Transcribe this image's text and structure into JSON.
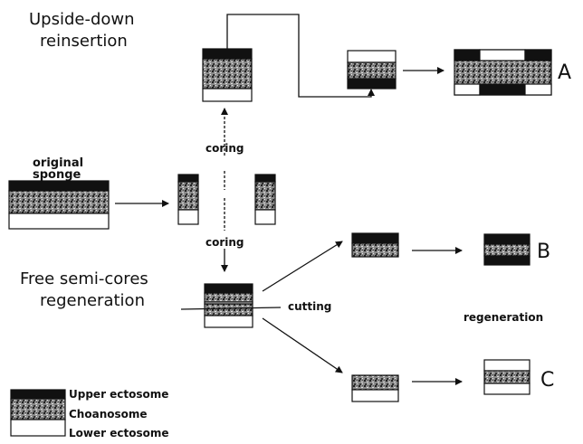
{
  "titles": {
    "upside_down_line1": "Upside-down",
    "upside_down_line2": "reinsertion",
    "free_line1": "Free semi-cores",
    "free_line2": "regeneration",
    "original_line1": "original",
    "original_line2": "sponge"
  },
  "labels": {
    "coring_top": "coring",
    "coring_bottom": "coring",
    "cutting": "cutting",
    "regeneration": "regeneration"
  },
  "outcomes": {
    "a": "A",
    "b": "B",
    "c": "C"
  },
  "legend": {
    "upper": "Upper ectosome",
    "choano": "Choanosome",
    "lower": "Lower ectosome"
  },
  "colors": {
    "ectosome_upper": "#111111",
    "choanosome": "#7a7a7a",
    "ectosome_lower": "#ffffff",
    "line": "#111111"
  }
}
